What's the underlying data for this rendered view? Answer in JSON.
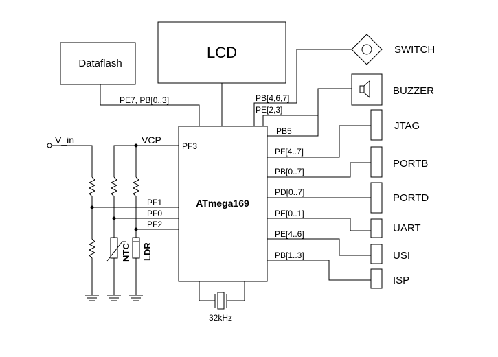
{
  "blocks": {
    "lcd": "LCD",
    "dataflash": "Dataflash",
    "mcu": "ATmega169",
    "crystal": "32kHz"
  },
  "power": {
    "vin": "V_in",
    "vcp": "VCP"
  },
  "sensors": {
    "ntc": "NTC",
    "ldr": "LDR"
  },
  "pins": {
    "pf3": "PF3",
    "pf1": "PF1",
    "pf0": "PF0",
    "pf2": "PF2",
    "pe7_pb03": "PE7, PB[0..3]",
    "pb467": "PB[4,6,7]",
    "pe23": "PE[2,3]",
    "pb5": "PB5",
    "pf47": "PF[4..7]",
    "pb07": "PB[0..7]",
    "pd07": "PD[0..7]",
    "pe01": "PE[0..1]",
    "pe46": "PE[4..6]",
    "pb13": "PB[1..3]"
  },
  "peripherals": {
    "switch": "SWITCH",
    "buzzer": "BUZZER",
    "jtag": "JTAG",
    "portb": "PORTB",
    "portd": "PORTD",
    "uart": "UART",
    "usi": "USI",
    "isp": "ISP"
  }
}
